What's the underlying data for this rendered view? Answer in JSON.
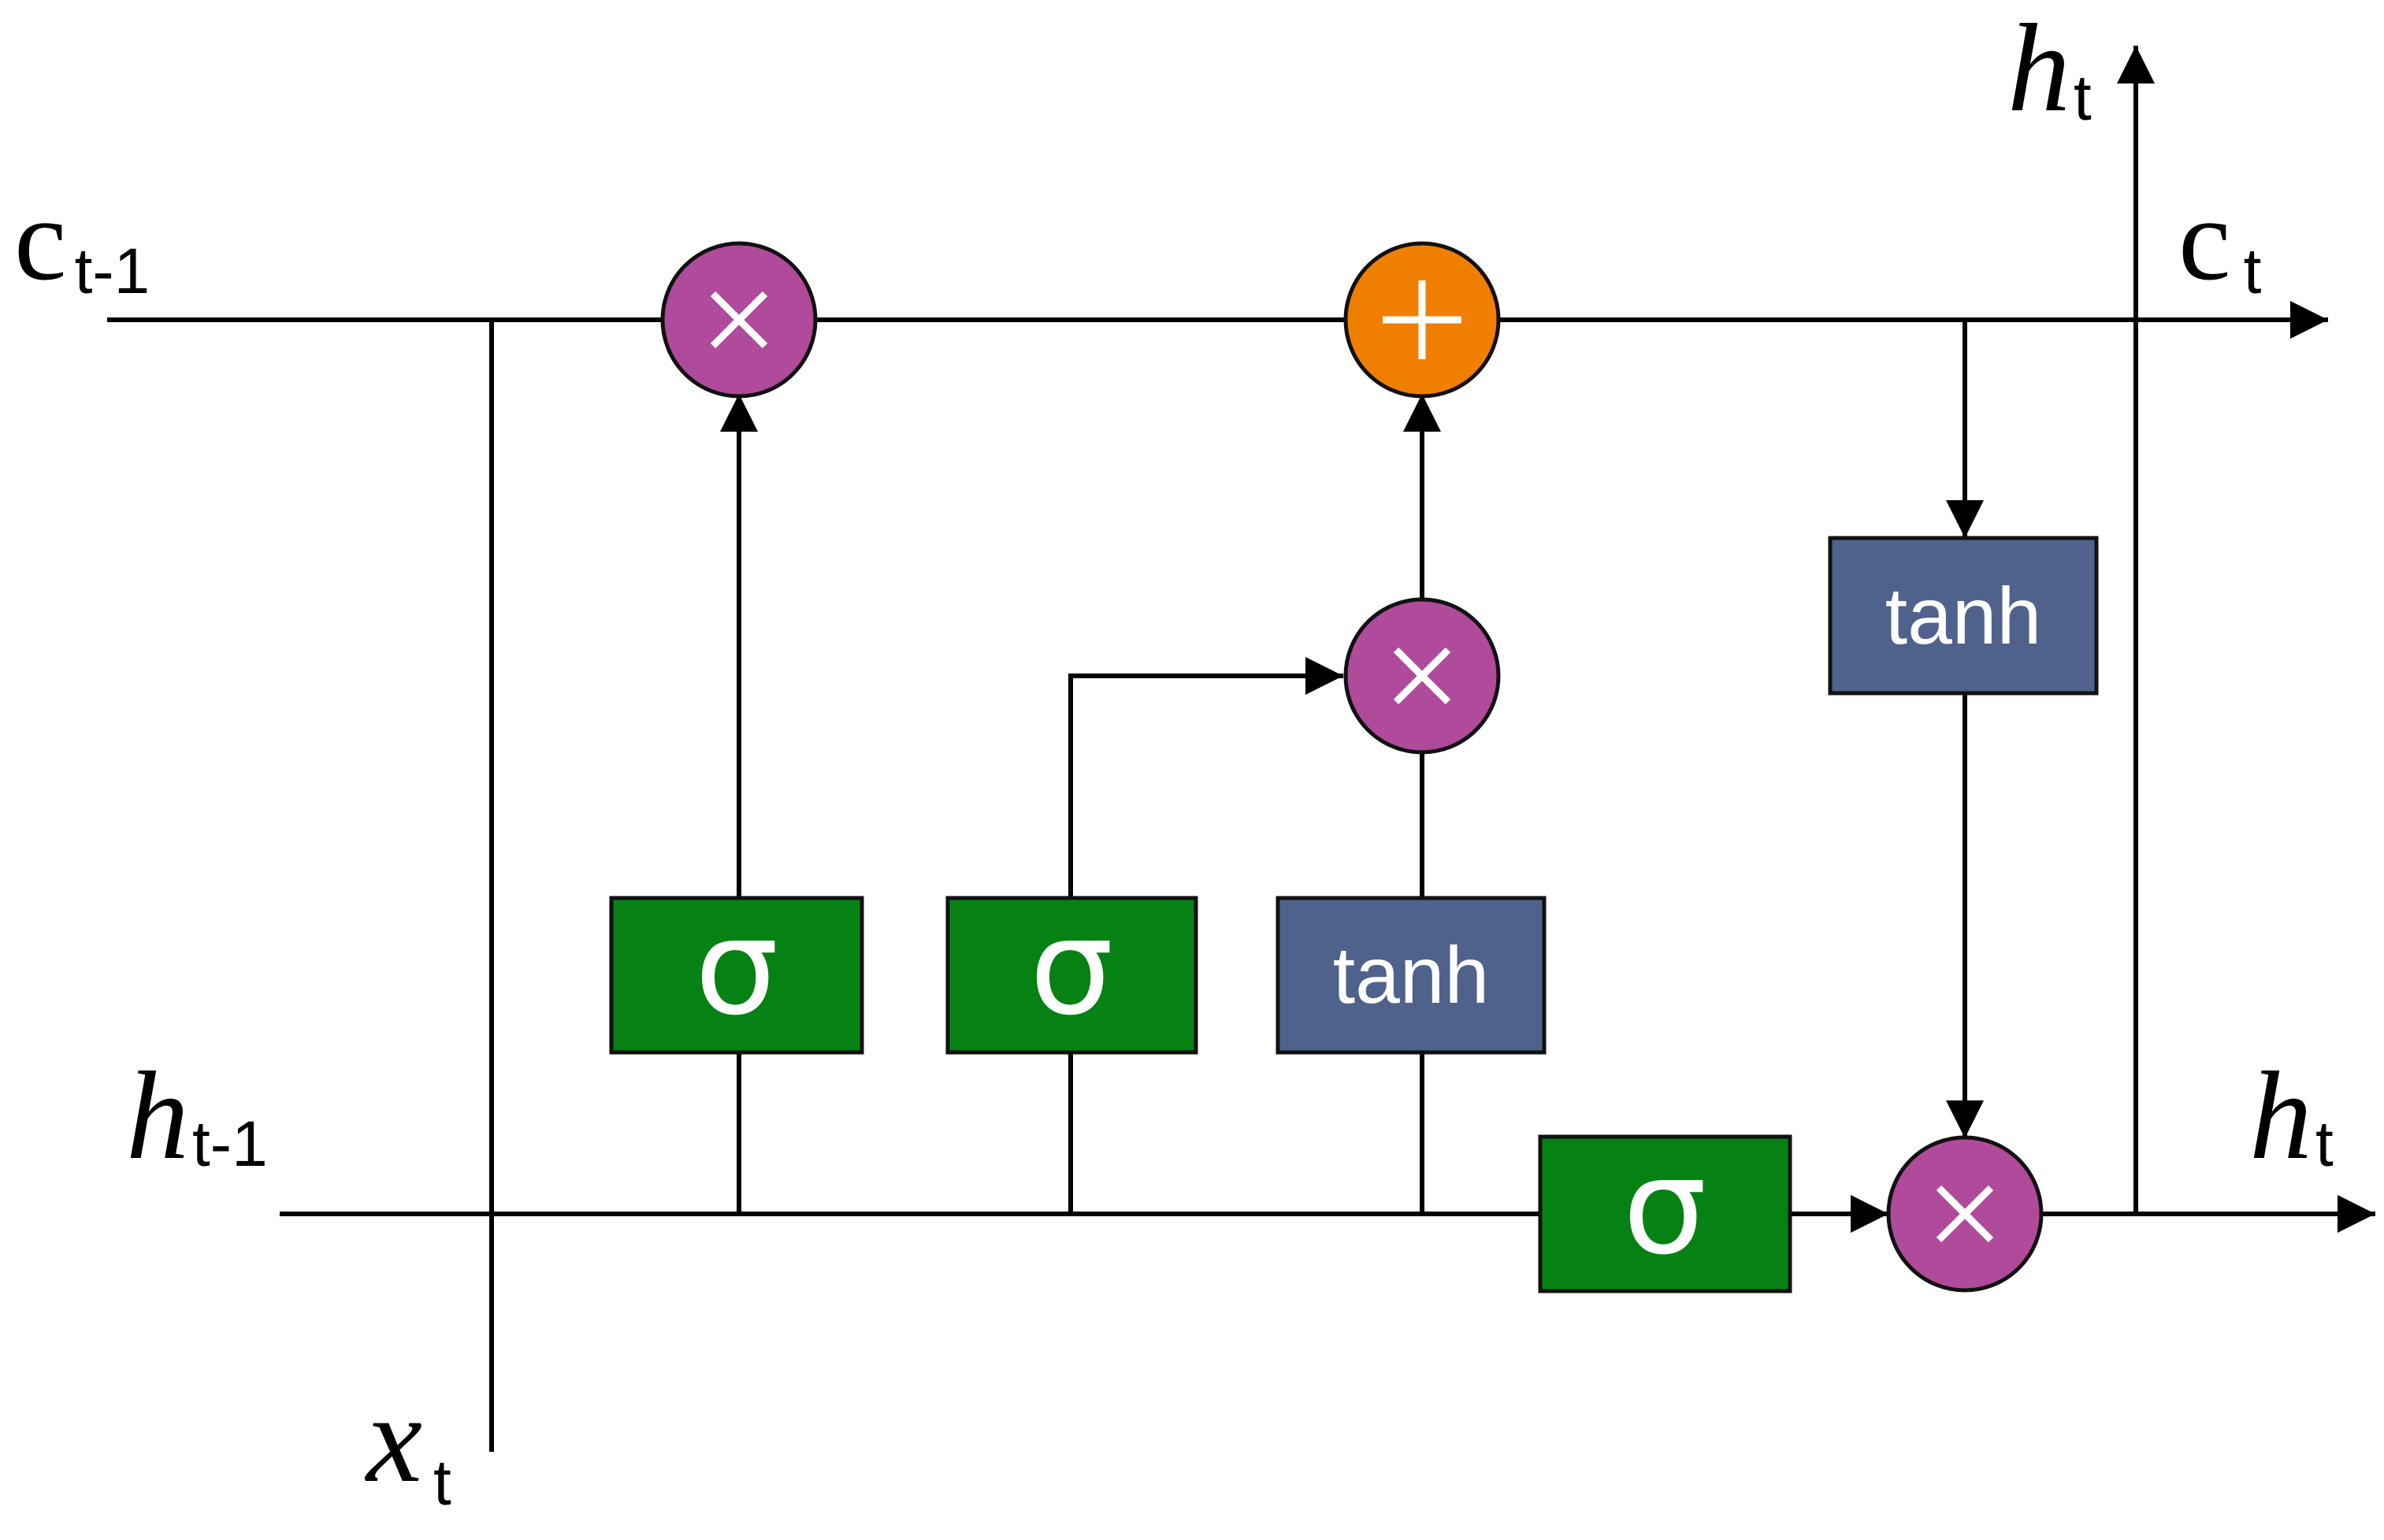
{
  "colors": {
    "sigma_box": "#068214",
    "tanh_box": "#4f628b",
    "multiply_node": "#b04a9a",
    "add_node": "#f07f00",
    "line": "#000000",
    "background": "#ffffff"
  },
  "labels": {
    "c_prev": {
      "main": "c",
      "sub": "t-1"
    },
    "c_next": {
      "main": "c",
      "sub": "t"
    },
    "h_prev": {
      "main": "h",
      "sub": "t-1"
    },
    "h_next_right": {
      "main": "h",
      "sub": "t"
    },
    "h_next_top": {
      "main": "h",
      "sub": "t"
    },
    "x_input": {
      "main": "x",
      "sub": "t"
    }
  },
  "gates": {
    "forget": {
      "label": "σ"
    },
    "input": {
      "label": "σ"
    },
    "candidate": {
      "label": "tanh"
    },
    "output": {
      "label": "σ"
    },
    "cell_tanh": {
      "label": "tanh"
    }
  },
  "operators": {
    "forget_multiply": {
      "symbol": "multiply"
    },
    "cell_add": {
      "symbol": "add"
    },
    "input_multiply": {
      "symbol": "multiply"
    },
    "output_multiply": {
      "symbol": "multiply"
    }
  }
}
